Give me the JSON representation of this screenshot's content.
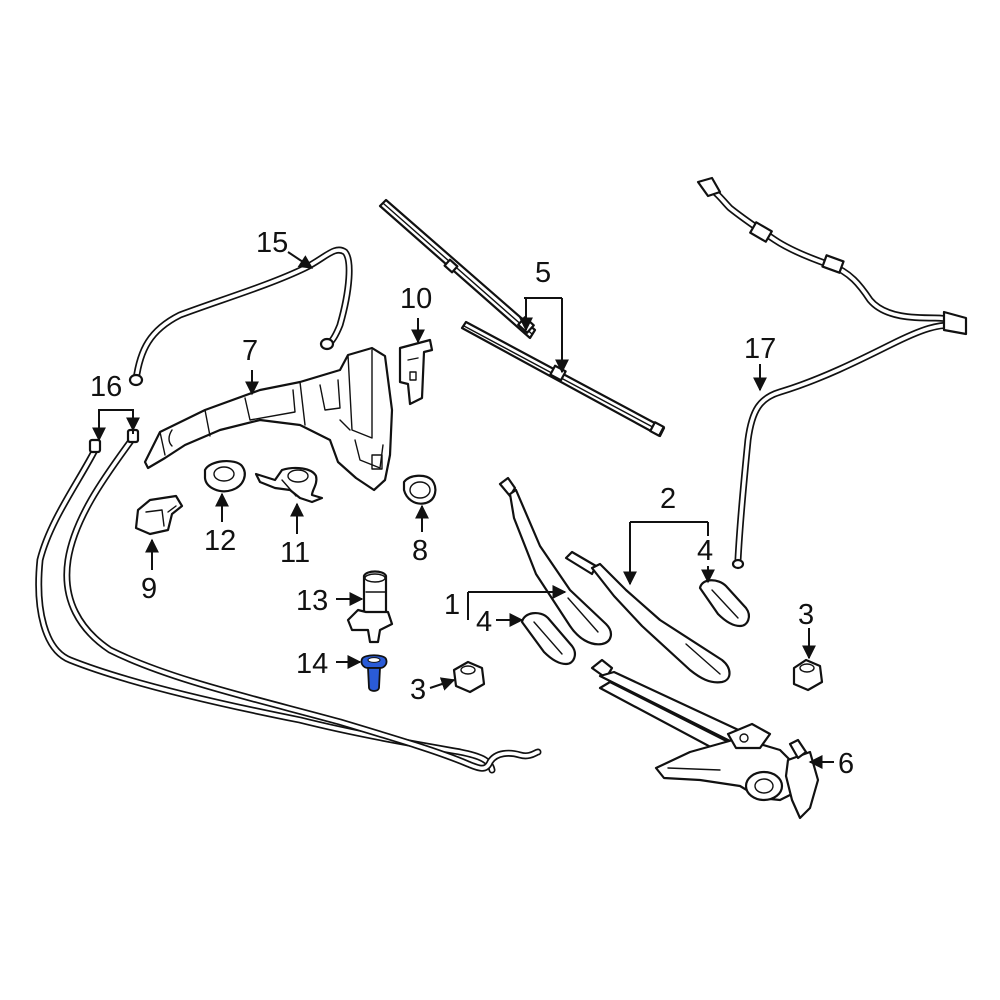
{
  "diagram": {
    "callouts": {
      "c1": "1",
      "c2": "2",
      "c3_left": "3",
      "c3_right": "3",
      "c4_left": "4",
      "c4_right": "4",
      "c5": "5",
      "c6": "6",
      "c7": "7",
      "c8": "8",
      "c9": "9",
      "c10": "10",
      "c11": "11",
      "c12": "12",
      "c13": "13",
      "c14": "14",
      "c15": "15",
      "c16": "16",
      "c17": "17"
    },
    "highlight_color": "#2a5bd7"
  }
}
